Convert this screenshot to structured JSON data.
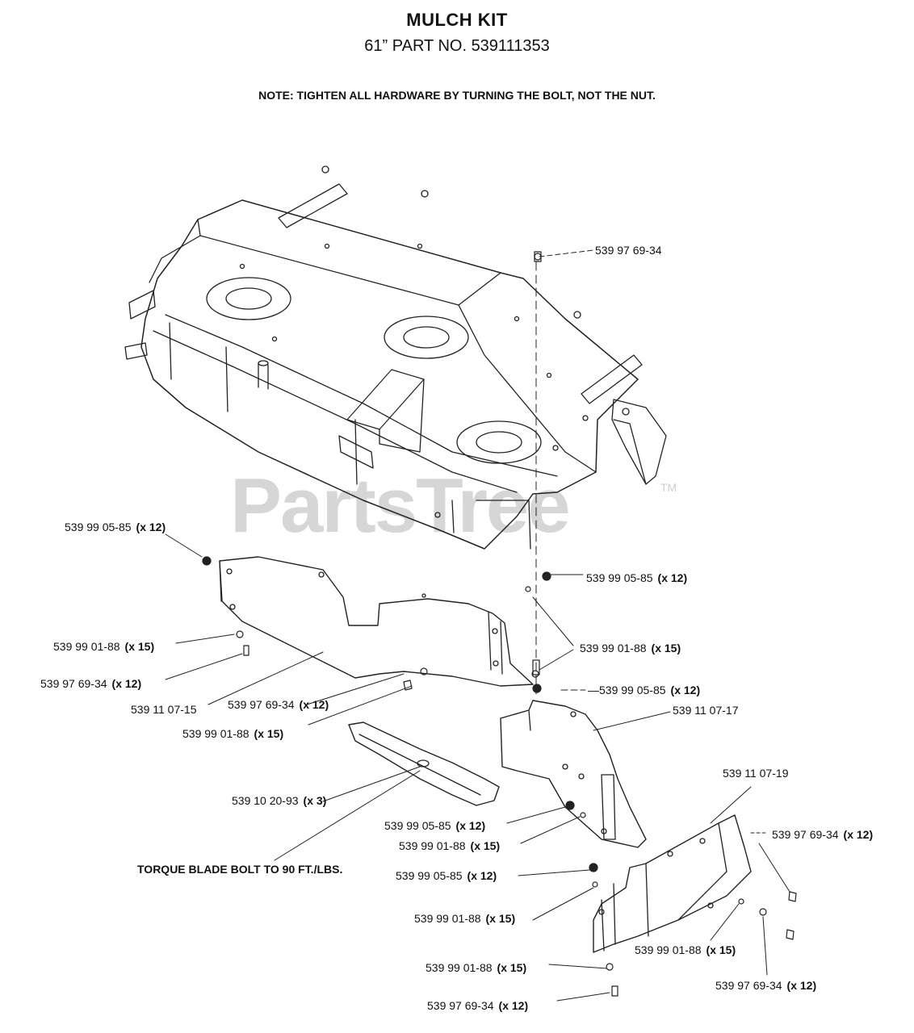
{
  "header": {
    "title": "MULCH KIT",
    "subtitle": "61” PART NO. 539111353",
    "note": "NOTE: TIGHTEN ALL HARDWARE BY TURNING THE BOLT, NOT THE NUT."
  },
  "watermark": {
    "text": "PartsTree",
    "tm": "TM"
  },
  "torque_note": "TORQUE BLADE BOLT TO 90 FT./LBS.",
  "callouts": [
    {
      "part": "539 97 69-34",
      "qty": ""
    },
    {
      "part": "539 99 05-85",
      "qty": "(x 12)"
    },
    {
      "part": "539 99 05-85",
      "qty": "(x 12)"
    },
    {
      "part": "539 99 01-88",
      "qty": "(x 15)"
    },
    {
      "part": "539 99 01-88",
      "qty": "(x 15)"
    },
    {
      "part": "539 97 69-34",
      "qty": "(x 12)"
    },
    {
      "part": "539 11 07-15",
      "qty": ""
    },
    {
      "part": "539 97 69-34",
      "qty": "(x 12)"
    },
    {
      "part": "539 99 01-88",
      "qty": "(x 15)"
    },
    {
      "part": "—539 99 05-85",
      "qty": "(x 12)"
    },
    {
      "part": "539 11 07-17",
      "qty": ""
    },
    {
      "part": "539 11 07-19",
      "qty": ""
    },
    {
      "part": "539 10 20-93",
      "qty": "(x 3)"
    },
    {
      "part": "539 97 69-34",
      "qty": "(x 12)"
    },
    {
      "part": "539 99 05-85",
      "qty": "(x 12)"
    },
    {
      "part": "539 99 01-88",
      "qty": "(x 15)"
    },
    {
      "part": "539 99 05-85",
      "qty": "(x 12)"
    },
    {
      "part": "539 99 01-88",
      "qty": "(x 15)"
    },
    {
      "part": "539 99 01-88",
      "qty": "(x 15)"
    },
    {
      "part": "539 99 01-88",
      "qty": "(x 15)"
    },
    {
      "part": "539 97 69-34",
      "qty": "(x 12)"
    },
    {
      "part": "539 97 69-34",
      "qty": "(x 12)"
    }
  ]
}
